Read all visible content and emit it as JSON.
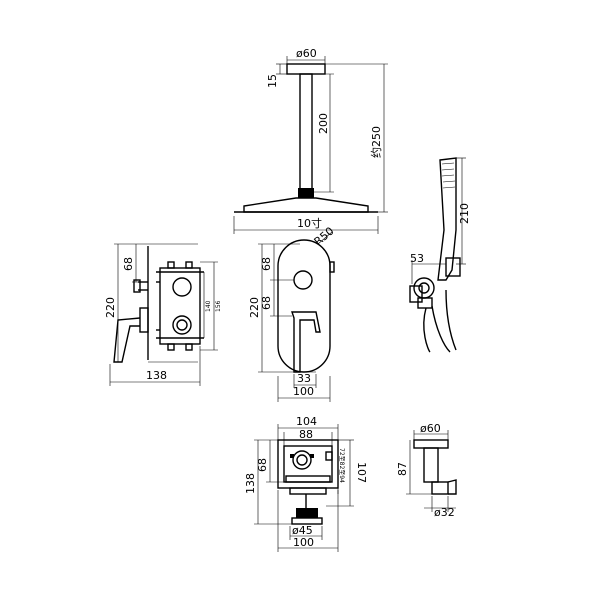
{
  "shower_head": {
    "d_flange": "ø60",
    "h_flange": "15",
    "arm_length": "200",
    "total_height": "约250",
    "head_size": "10寸"
  },
  "valve_side": {
    "height": "220",
    "upper_offset": "68",
    "inner_a": "140",
    "inner_b": "156",
    "width": "138"
  },
  "front_plate": {
    "radius": "R50",
    "height": "220",
    "upper": "68",
    "lower": "68",
    "spout_width": "33",
    "width": "100"
  },
  "handheld": {
    "length": "210",
    "holder": "53"
  },
  "box_top": {
    "outer_width": "104",
    "inner_width": "88",
    "depth": "138",
    "spacing": "68",
    "right_depth": "107",
    "range_label": "72至82至94",
    "d_knob": "ø45",
    "width": "100"
  },
  "bracket": {
    "d_top": "ø60",
    "height": "87",
    "d_bottom": "ø32"
  }
}
